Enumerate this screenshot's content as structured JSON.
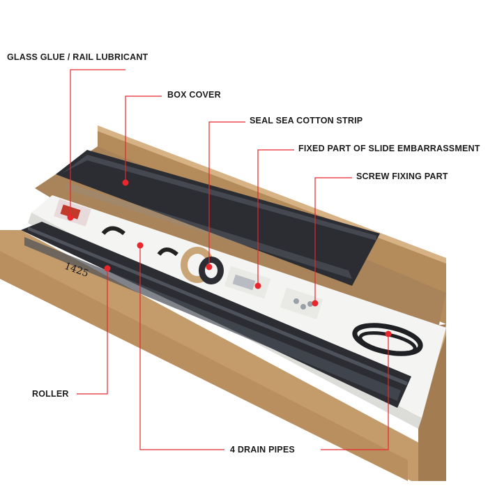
{
  "callouts": {
    "glass_glue": "GLASS GLUE / RAIL LUBRICANT",
    "box_cover": "BOX COVER",
    "seal_strip": "SEAL SEA COTTON STRIP",
    "fixed_part": "FIXED PART OF SLIDE EMBARRASSMENT",
    "screw_part": "SCREW FIXING PART",
    "roller": "ROLLER",
    "drain_pipes": "4 DRAIN PIPES"
  },
  "package_marking": "1425",
  "colors": {
    "callout_line": "#e8262c",
    "callout_dot": "#e8262c",
    "cardboard": "#c49c6c",
    "foam": "#f4f4f2",
    "black_parts": "#2b2d33",
    "label_text": "#1a1a1a"
  }
}
